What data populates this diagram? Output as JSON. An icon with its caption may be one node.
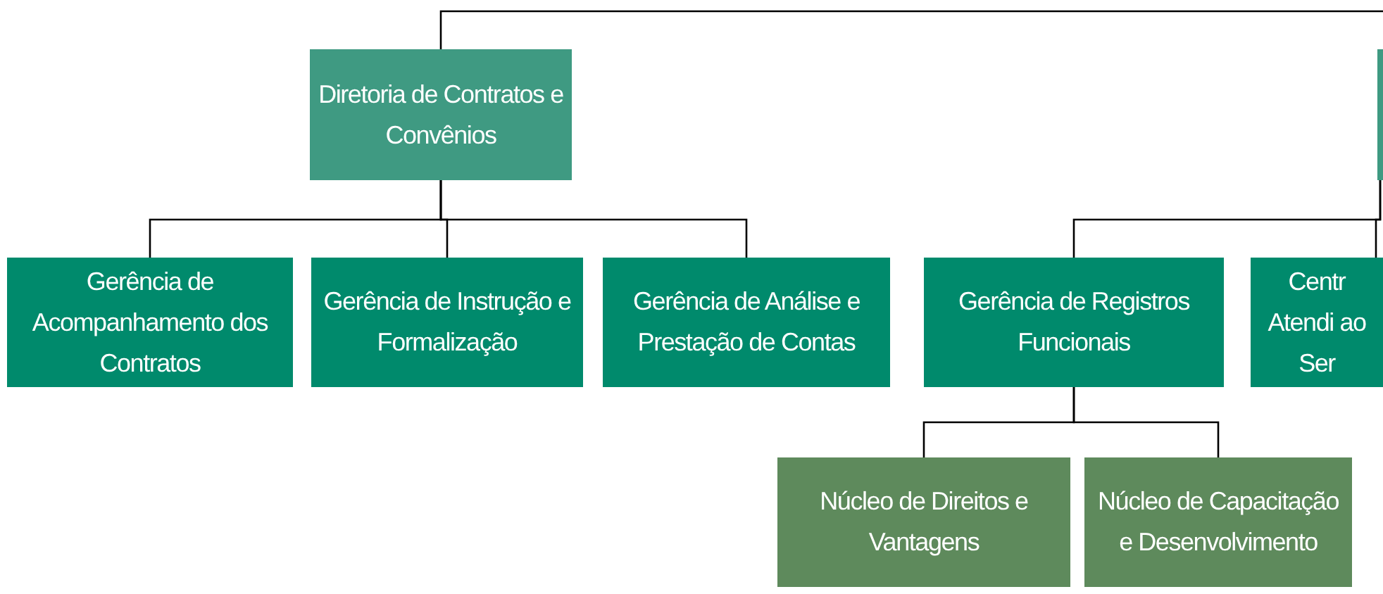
{
  "diagram": {
    "nodes": [
      {
        "text": [
          "Diretoria de Contratos e Convênios"
        ]
      },
      {
        "text": [
          "Gerência de Acompanhamento dos Contratos"
        ]
      },
      {
        "text": [
          "Gerência de Instrução e Formalização"
        ]
      },
      {
        "text": [
          "Gerência de Análise e Prestação de Contas"
        ]
      },
      {
        "text": [],
        "shape": "box"
      },
      {
        "text": [
          "Gerência de Registros Funcionais"
        ]
      },
      {
        "text": [
          "Centr Atendi ao Ser"
        ]
      },
      {
        "text": [
          "Núcleo de Direitos e Vantagens"
        ]
      },
      {
        "text": [
          "Núcleo de Capacitação e Desenvolvimento"
        ]
      }
    ],
    "edges": [
      {
        "from": null,
        "to": 0,
        "arrow": "none"
      },
      {
        "from": 0,
        "to": 1,
        "arrow": "none"
      },
      {
        "from": 0,
        "to": 2,
        "arrow": "none"
      },
      {
        "from": 0,
        "to": 3,
        "arrow": "none"
      },
      {
        "from": 4,
        "to": 5,
        "arrow": "none"
      },
      {
        "from": 4,
        "to": 6,
        "arrow": "none"
      },
      {
        "from": 5,
        "to": 7,
        "arrow": "none"
      },
      {
        "from": 5,
        "to": 8,
        "arrow": "none"
      }
    ]
  }
}
